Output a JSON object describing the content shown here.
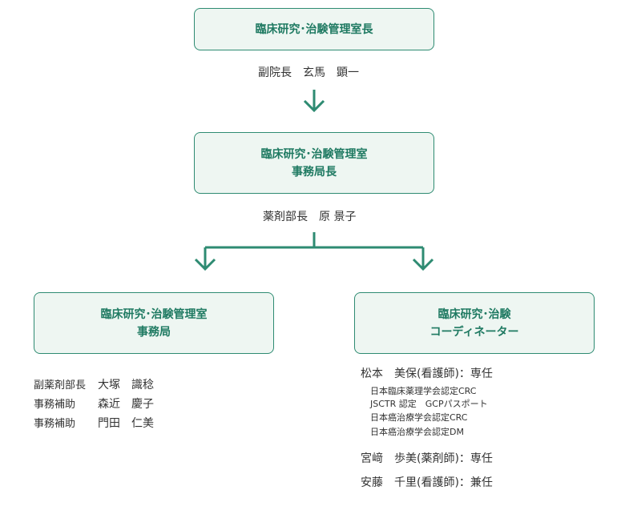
{
  "director_box": {
    "line1": "臨床研究･治験管理室長"
  },
  "director_caption": "副院長　玄馬　顕一",
  "office_head_box": {
    "line1": "臨床研究･治験管理室",
    "line2": "事務局長"
  },
  "office_head_caption": "薬剤部長　原 景子",
  "secretariat_box": {
    "line1": "臨床研究･治験管理室",
    "line2": "事務局"
  },
  "coordinator_box": {
    "line1": "臨床研究･治験",
    "line2": "コーディネーター"
  },
  "secretariat_staff": [
    {
      "role": "副薬剤部長",
      "name": "大塚　識稔"
    },
    {
      "role": "事務補助",
      "name": "森近　慶子"
    },
    {
      "role": "事務補助",
      "name": "門田　仁美"
    }
  ],
  "coordinators": [
    {
      "name": "松本　美保(看護師)：専任",
      "certs": [
        "日本臨床薬理学会認定CRC",
        "JSCTR 認定　GCPパスポート",
        "日本癌治療学会認定CRC",
        "日本癌治療学会認定DM"
      ]
    },
    {
      "name": "宮﨑　歩美(薬剤師)：専任"
    },
    {
      "name": "安藤　千里(看護師)：兼任"
    }
  ],
  "colors": {
    "accent": "#2e8b72",
    "box_fill": "#eef6f2",
    "text": "#333333"
  }
}
